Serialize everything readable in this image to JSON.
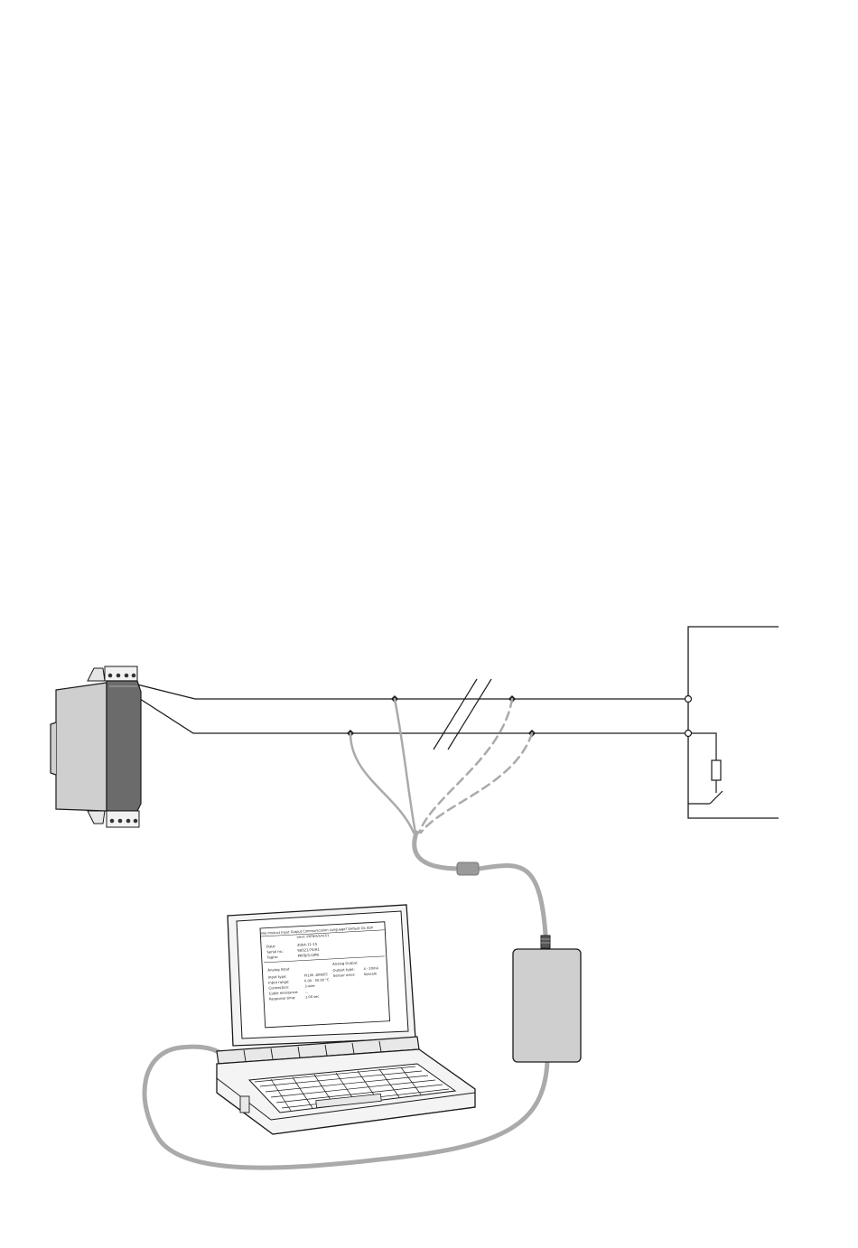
{
  "laptop_screen": {
    "menu_bar": "File  Product  Input  Output  Communication  Language?  Default  Ok  SDP",
    "menu_sub": "Ident: PRTB/S/S/4/3/1",
    "info_rows": [
      {
        "label": "Date:",
        "value": "2004-11-15"
      },
      {
        "label": "Serial no.:",
        "value": "98321/74/A1"
      },
      {
        "label": "Tagno:",
        "value": "PRTB/S-0/PB"
      }
    ],
    "left_block_title": "Analog Input",
    "left_rows": [
      {
        "label": "Input type:",
        "value": "Pt100 ,DIN/IEC"
      },
      {
        "label": "Input range:",
        "value": "0.00 - 50.00 °C"
      },
      {
        "label": "Connection:",
        "value": "3-wire"
      },
      {
        "label": "Cable resistance:",
        "value": "..."
      },
      {
        "label": "Response time:",
        "value": "1.00 sec"
      }
    ],
    "right_block_title": "Analog Output",
    "right_rows": [
      {
        "label": "Output type:",
        "value": "4 - 20mA"
      },
      {
        "label": "Sensor error:",
        "value": "Upscale"
      }
    ]
  },
  "colors": {
    "line": "#1a1a1a",
    "cable_gray": "#aaaaaa",
    "device_gray": "#cfcfcf",
    "front_dark": "#6b6b6b"
  },
  "icons": [
    "transmitter-device",
    "laptop-computer",
    "modem-adapter",
    "resistor-symbol",
    "switch-symbol"
  ]
}
